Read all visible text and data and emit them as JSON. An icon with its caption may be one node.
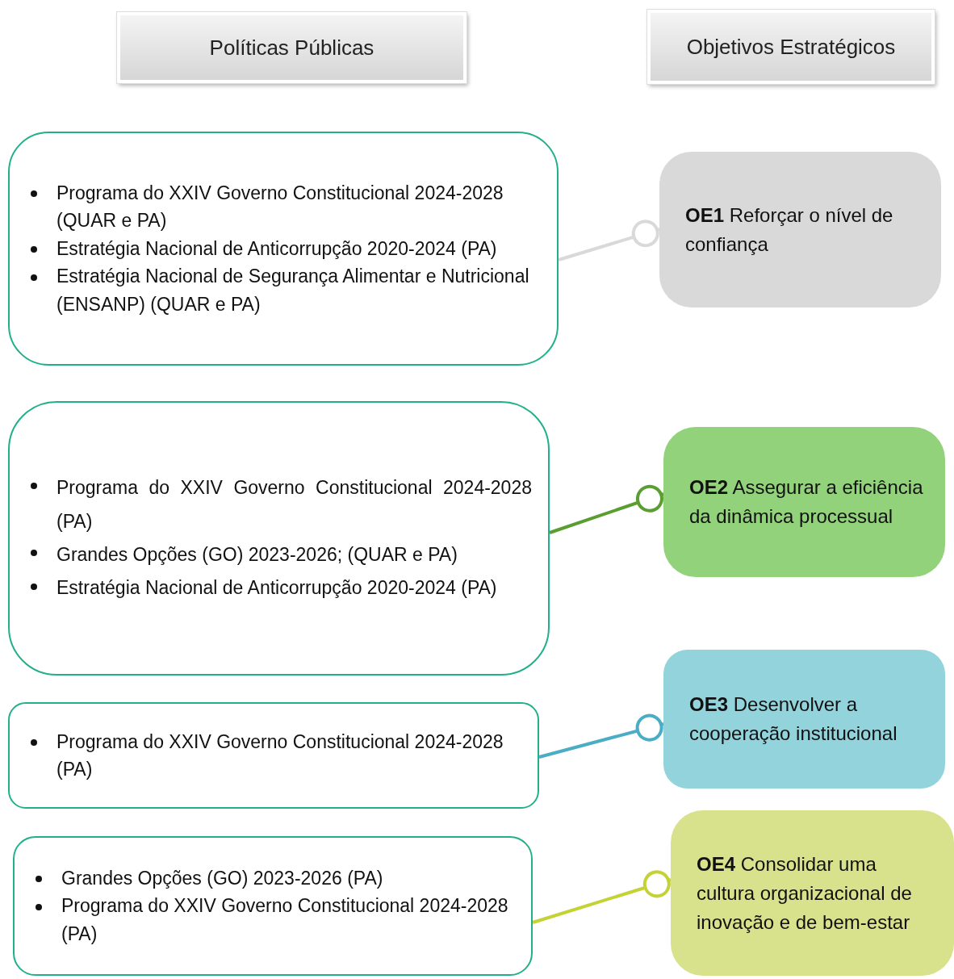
{
  "diagram": {
    "nodes": [
      {
        "text": [
          "Políticas Públicas"
        ]
      },
      {
        "text": [
          "Objetivos Estratégicos"
        ]
      },
      {
        "text": [
          "Programa do XXIV Governo Constitucional 2024-2028 (QUAR e PA)",
          "Estratégia Nacional de Anticorrupção 2020-2024 (PA)",
          "Estratégia Nacional de Segurança Alimentar e Nutricional (ENSANP) (QUAR e PA)"
        ]
      },
      {
        "text": [
          "**OE1** Reforçar o nível de confiança"
        ]
      },
      {
        "text": [
          "Programa do XXIV Governo Constitucional 2024-2028 (PA)",
          "Grandes Opções (GO) 2023-2026; (QUAR e PA)",
          "Estratégia Nacional de Anticorrupção 2020-2024 (PA)"
        ]
      },
      {
        "text": [
          "**OE2** Assegurar a eficiência da dinâmica processual"
        ]
      },
      {
        "text": [
          "Programa do XXIV Governo Constitucional 2024-2028 (PA)"
        ]
      },
      {
        "text": [
          "**OE3** Desenvolver a cooperação institucional"
        ]
      },
      {
        "text": [
          "Grandes Opções (GO) 2023-2026 (PA)",
          "Programa do XXIV Governo Constitucional 2024-2028 (PA)"
        ]
      },
      {
        "text": [
          "**OE4** Consolidar uma cultura organizacional de inovação e de bem-estar"
        ]
      }
    ],
    "edges": [
      {
        "from": 2,
        "to": 3,
        "arrow": "other",
        "color": "#d9d9d9"
      },
      {
        "from": 4,
        "to": 5,
        "arrow": "other",
        "color": "#5a9e32"
      },
      {
        "from": 6,
        "to": 7,
        "arrow": "other",
        "color": "#4bacc6"
      },
      {
        "from": 8,
        "to": 9,
        "arrow": "other",
        "color": "#c4d234"
      }
    ]
  }
}
